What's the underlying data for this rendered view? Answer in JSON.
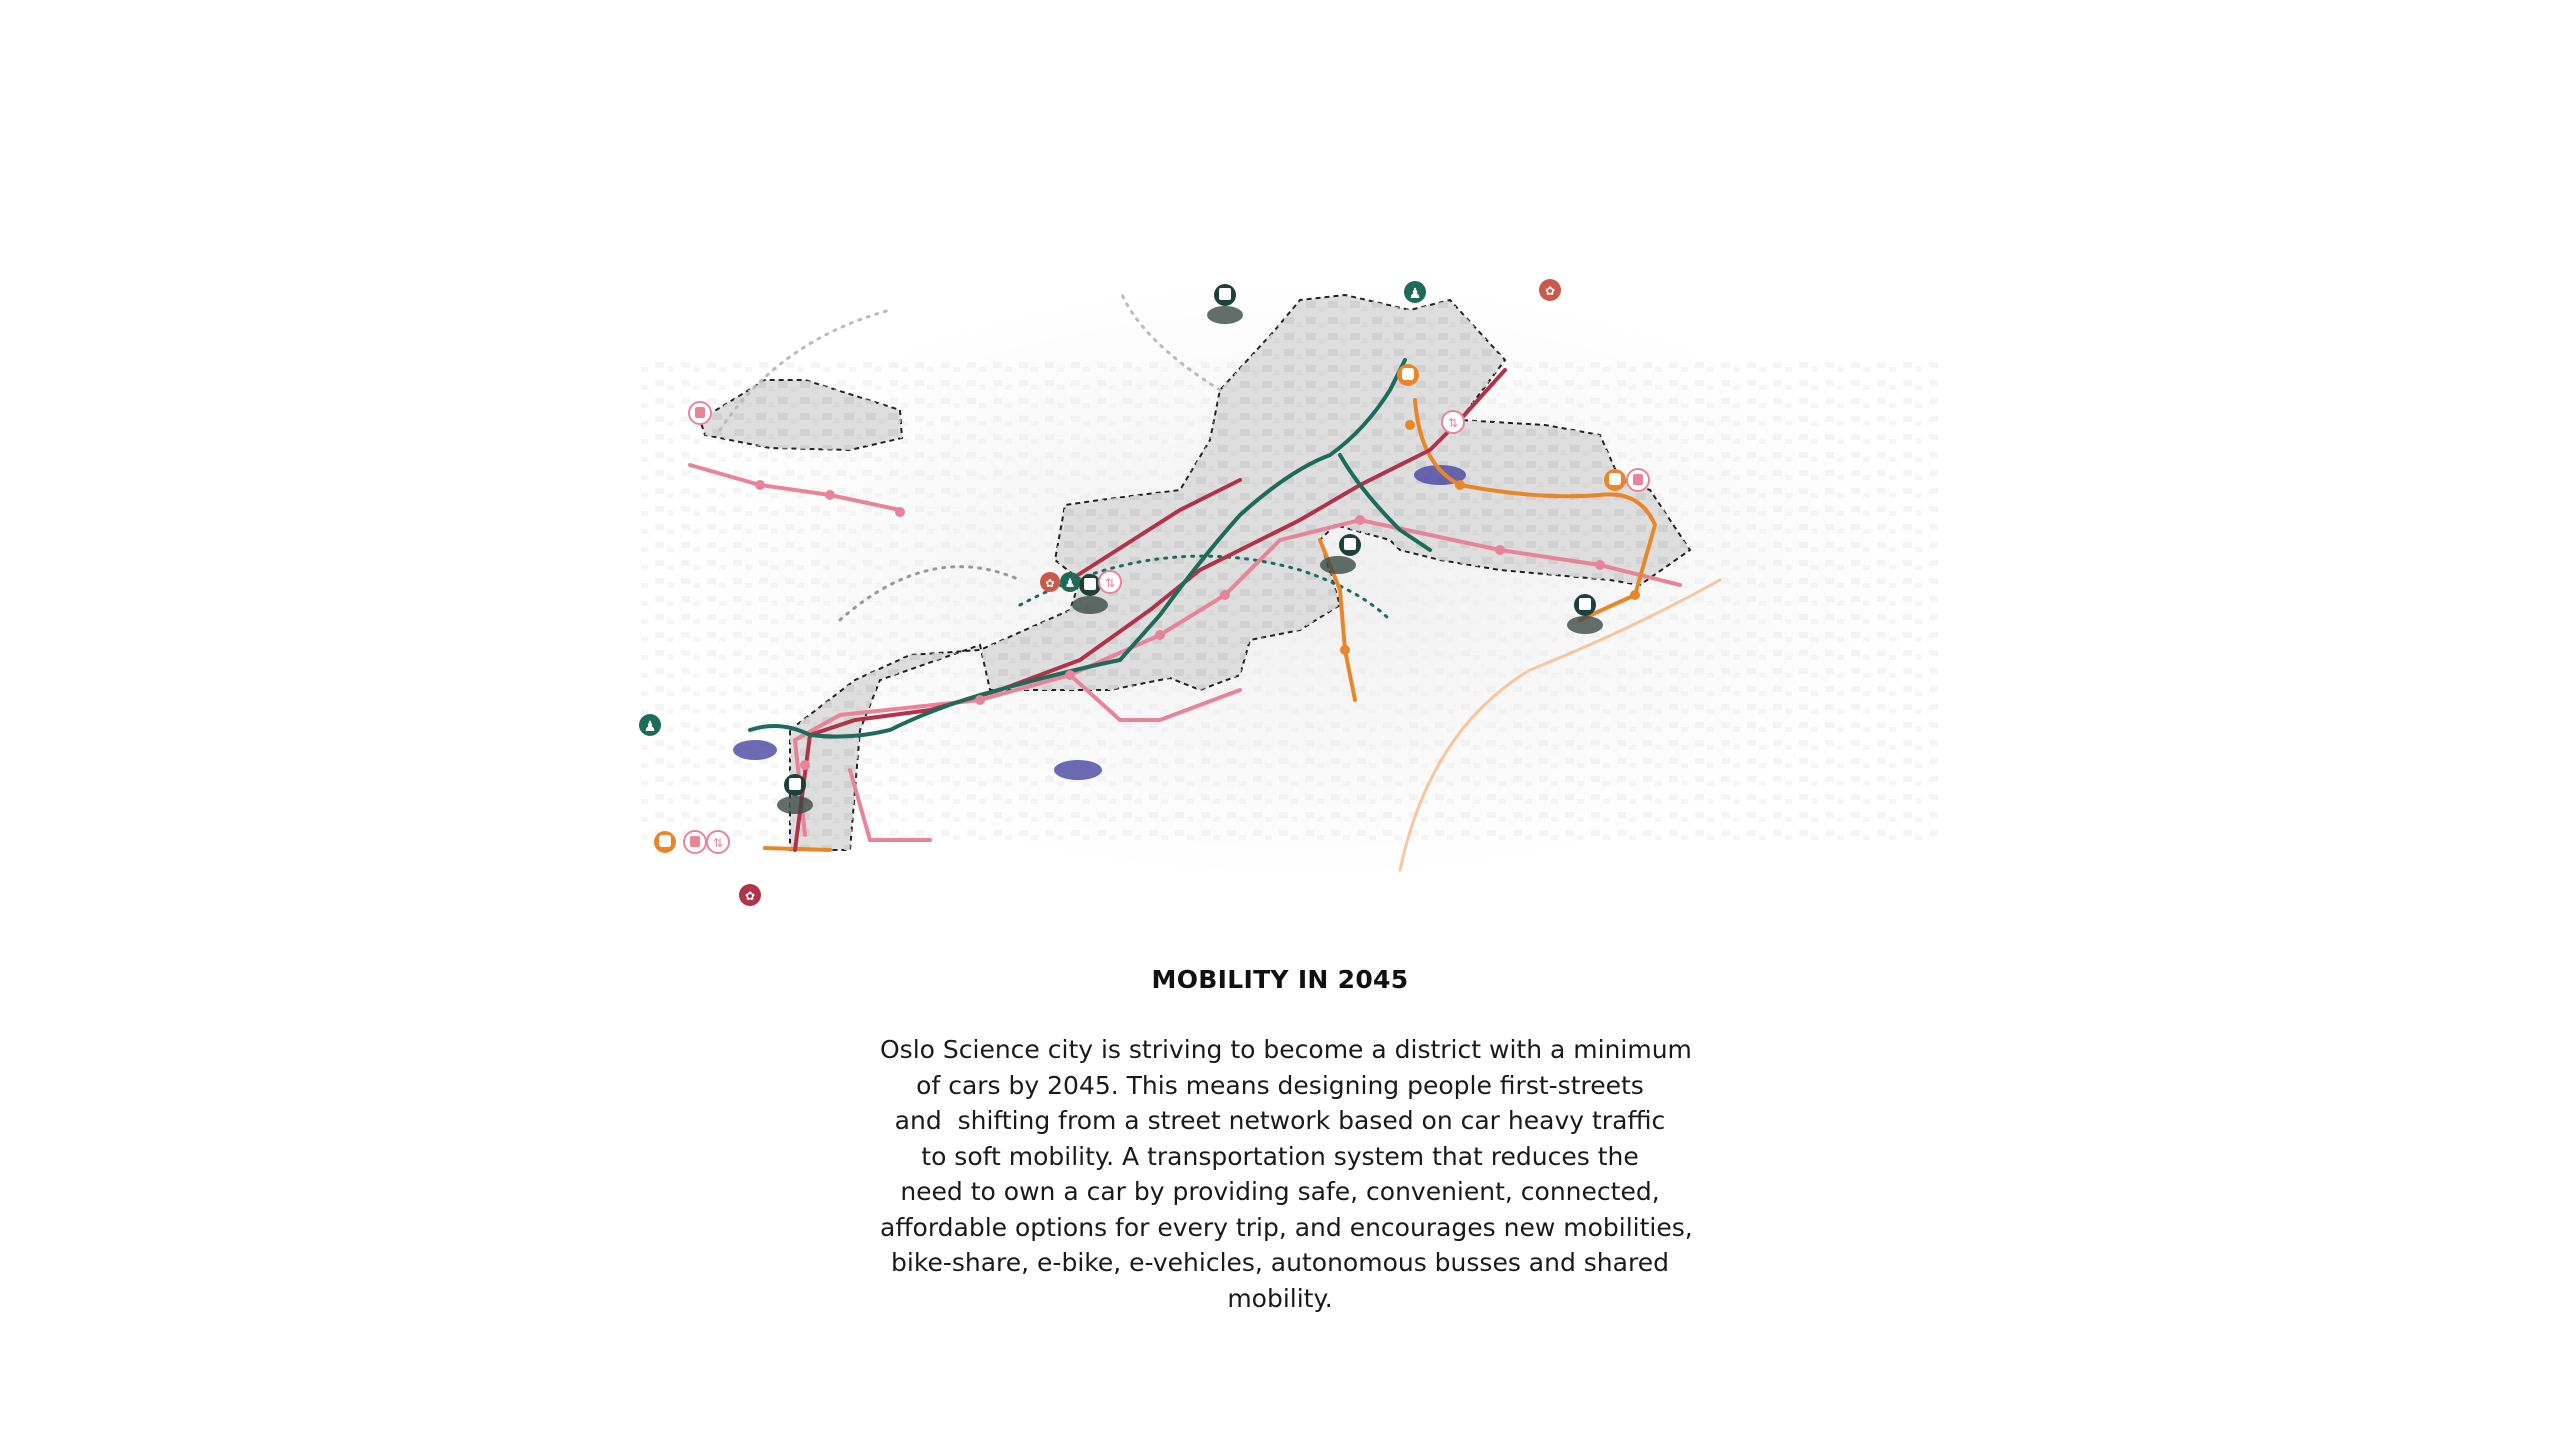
{
  "figure": {
    "title": "MOBILITY IN 2045",
    "body_lines": [
      "Oslo Science city is striving to become a district with a minimum",
      "of cars by 2045. This means designing people first-streets",
      "and  shifting from a street network based on car heavy traffic",
      "to soft mobility. A transportation system that reduces the",
      "need to own a car by providing safe, convenient, connected,",
      "affordable options for every trip, and encourages new mobilities,",
      "bike-share, e-bike, e-vehicles, autonomous busses and shared",
      "mobility."
    ]
  },
  "colors": {
    "tram_green": "#1f6b5b",
    "metro_red": "#b0334a",
    "bus_pink": "#e7849a",
    "bus_orange": "#e8872a",
    "district_fill": "#e2e2e2",
    "outline": "#222222",
    "plaza_blue": "#3b3a9a"
  },
  "map_icons": [
    {
      "name": "walk-icon",
      "color": "tram_green"
    },
    {
      "name": "bike-icon",
      "color": "metro_red"
    },
    {
      "name": "tram-stop-icon",
      "color": "tram_green"
    },
    {
      "name": "bus-icon",
      "color": "bus_orange"
    },
    {
      "name": "bus-icon",
      "color": "bus_pink"
    },
    {
      "name": "car-share-icon",
      "color": "bus_pink"
    }
  ]
}
